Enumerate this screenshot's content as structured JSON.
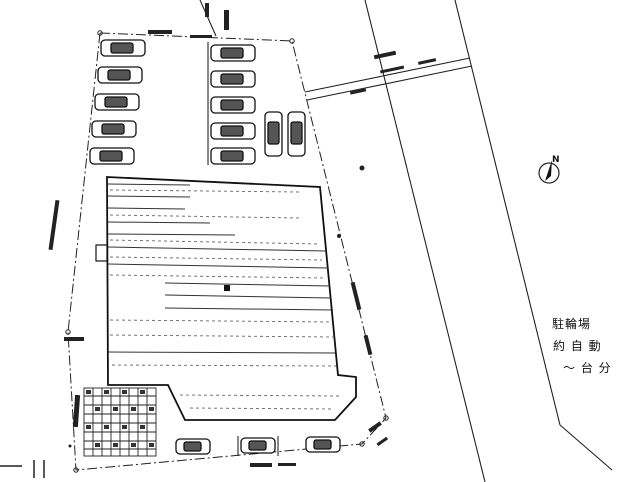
{
  "site_plan": {
    "handwritten_note": {
      "line1": "駐輪場",
      "line2": "約 自 動",
      "line3": "〜 台 分"
    },
    "north_arrow": {
      "letter": "N"
    }
  }
}
